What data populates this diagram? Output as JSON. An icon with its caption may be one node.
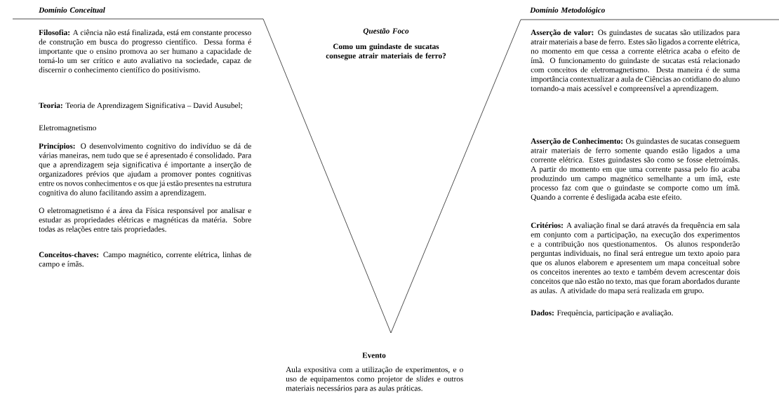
{
  "diagram": {
    "labels": [
      "Domínio Conceitual",
      "**Filosofia:** A ciência não está finalizada, está em constante processo de construção em busca do progresso científico. Dessa forma é importante que o ensino promova ao ser humano a capacidade de torná-lo um ser crítico e auto avaliativo na sociedade, capaz de discernir o conhecimento científico do positivismo.",
      "**Teoria:** Teoria de Aprendizagem Significativa – David Ausubel;",
      "Eletromagnetismo",
      "**Princípios:** O desenvolvimento cognitivo do indivíduo se dá de várias maneiras, nem tudo que se é apresentado é consolidado. Para que a aprendizagem seja significativa é importante a inserção de organizadores prévios que ajudam a promover pontes cognitivas entre os novos conhecimentos e os que já estão presentes na estrutura cognitiva do aluno facilitando assim a aprendizagem.",
      "O eletromagnetismo é a área da Física responsável por analisar e estudar as propriedades elétricas e magnéticas da matéria. Sobre todas as relações entre tais propriedades.",
      "**Conceitos-chaves:** Campo magnético, corrente elétrica, linhas de campo e ímãs.",
      "Questão Foco",
      "Como um guindaste de sucatas consegue atrair materiais de ferro?",
      "Evento",
      "Aula expositiva com a utilização de experimentos, e o uso de equipamentos como projetor de *slides* e outros materiais necessários para as aulas práticas.",
      "Domínio Metodológico",
      "**Asserção de valor:** Os guindastes de sucatas são utilizados para atrair materiais a base de ferro. Estes são ligados a corrente elétrica, no momento em que cessa a corrente elétrica acaba o efeito de ímã. O funcionamento do guindaste de sucatas está relacionado com conceitos de eletromagnetismo. Desta maneira é de suma importância contextualizar a aula de Ciências ao cotidiano do aluno tornando-a mais acessível e compreensível a aprendizagem.",
      "**Asserção de Conhecimento:** Os guindastes de sucatas conseguem atrair materiais de ferro somente quando estão ligados a uma corrente elétrica. Estes guindastes são como se fosse eletroímãs. A partir do momento em que uma corrente passa pelo fio acaba produzindo um campo magnético semelhante a um ímã, este processo faz com que o guindaste se comporte como um ímã. Quando a corrente é desligada acaba este efeito.",
      "**Critérios:** A avaliação final se dará através da frequência em sala em conjunto com a participação, na execução dos experimentos e a contribuição nos questionamentos. Os alunos responderão perguntas individuais, no final será entregue um texto apoio para que os alunos elaborem e apresentem um mapa conceitual sobre os conceitos inerentes ao texto e também devem acrescentar dois conceitos que não estão no texto, mas que foram abordados durante as aulas. A atividade do mapa será realizada em grupo.",
      "**Dados:** Frequência, participação e avaliação."
    ]
  }
}
